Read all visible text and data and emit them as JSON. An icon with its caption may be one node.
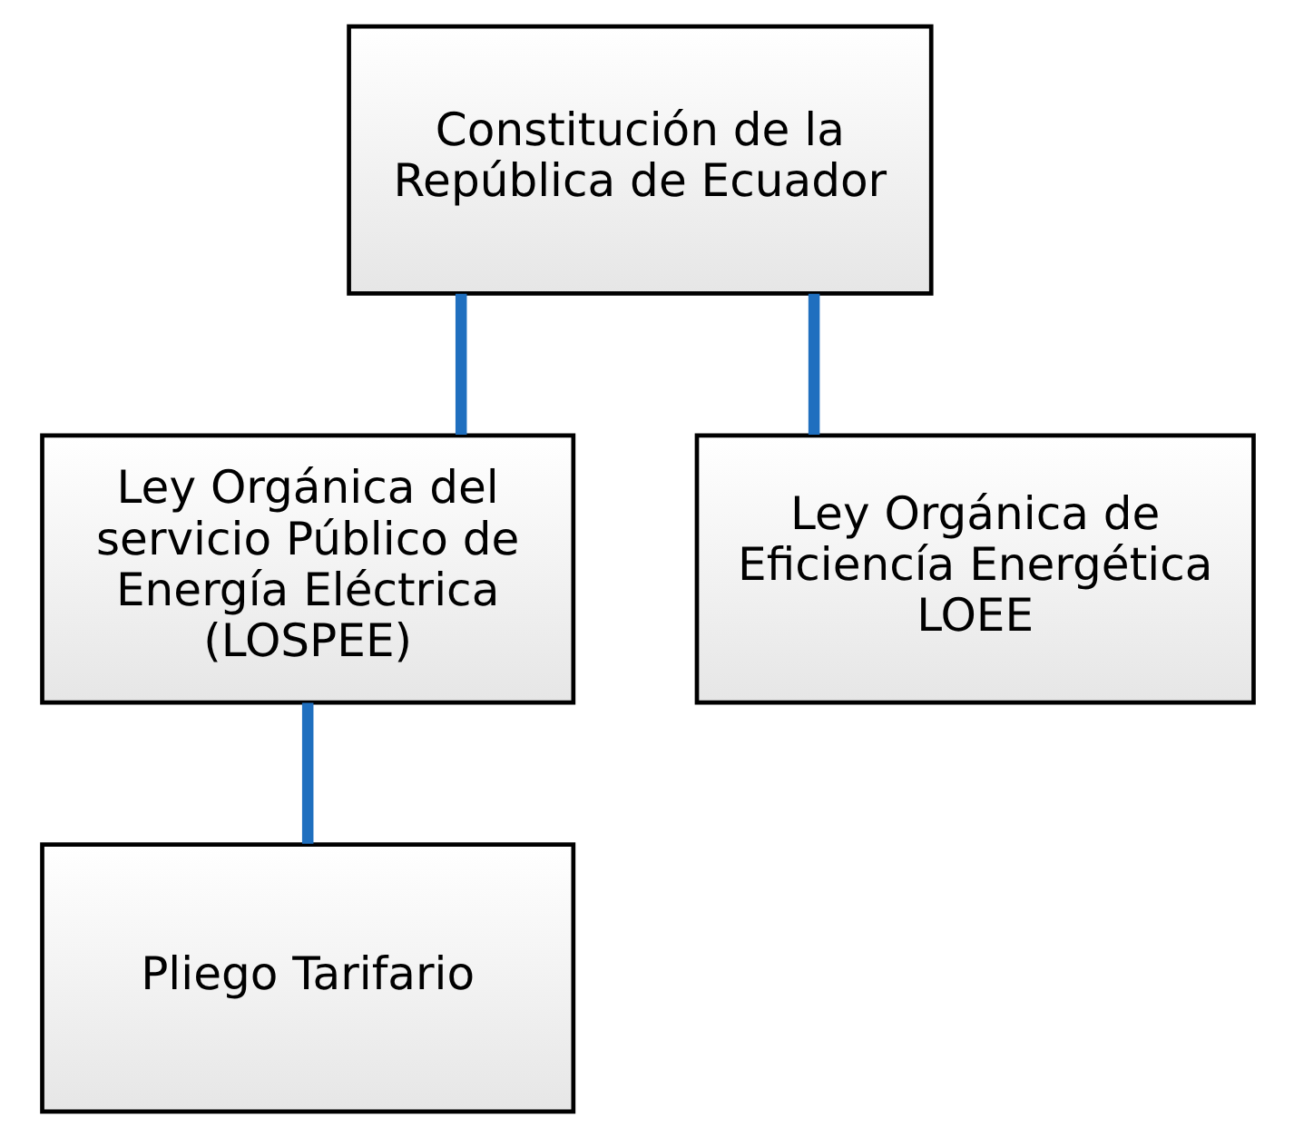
{
  "diagram": {
    "nodes": [
      {
        "text": [
          "Constitución de la República de Ecuador"
        ]
      },
      {
        "text": [
          "Ley Orgánica del servicio Público de Energía Eléctrica (LOSPEE)"
        ]
      },
      {
        "text": [
          "Ley Orgánica de Eficiencía Energética LOEE"
        ]
      },
      {
        "text": [
          "Pliego Tarifario"
        ]
      }
    ],
    "edges": [
      {
        "from": 0,
        "to": 1,
        "arrow": "none"
      },
      {
        "from": 0,
        "to": 2,
        "arrow": "none"
      },
      {
        "from": 1,
        "to": 3,
        "arrow": "none"
      }
    ]
  }
}
